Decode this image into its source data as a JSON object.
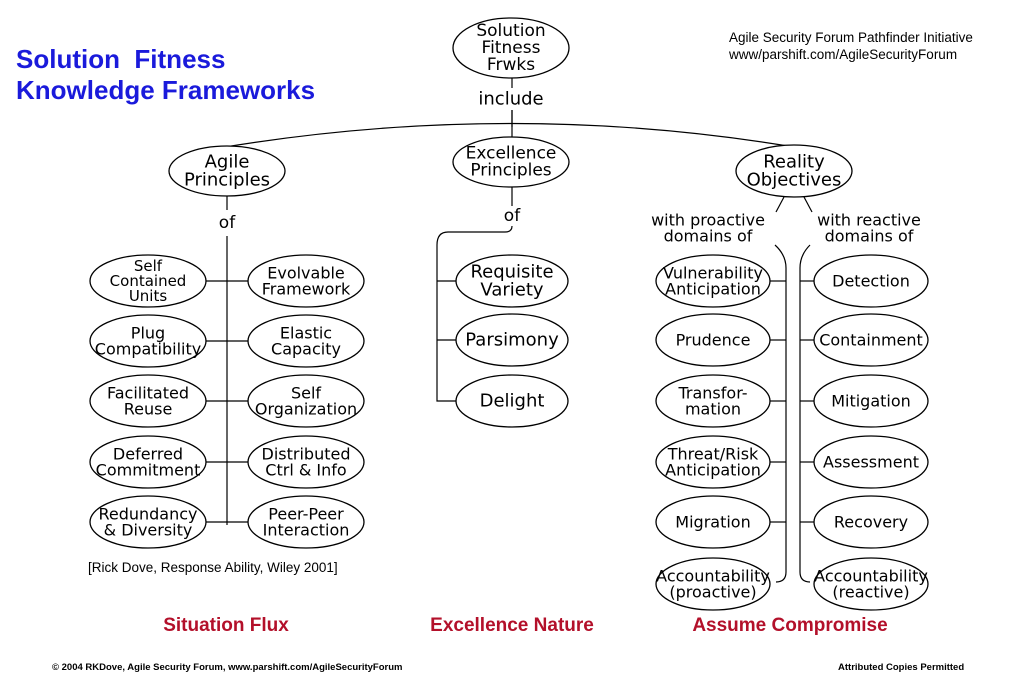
{
  "title": {
    "line1": "Solution  Fitness",
    "line2": "Knowledge Frameworks"
  },
  "initiative": {
    "line1": "Agile Security Forum Pathfinder Initiative",
    "line2": "www/parshift.com/AgileSecurityForum"
  },
  "root": {
    "lines": [
      "Solution",
      "Fitness",
      "Frwks"
    ]
  },
  "root_connector": "include",
  "branches": {
    "agile": {
      "lines": [
        "Agile",
        "Principles"
      ],
      "connector": "of",
      "left_items": [
        {
          "lines": [
            "Self",
            "Contained",
            "Units"
          ]
        },
        {
          "lines": [
            "Plug",
            "Compatibility"
          ]
        },
        {
          "lines": [
            "Facilitated",
            "Reuse"
          ]
        },
        {
          "lines": [
            "Deferred",
            "Commitment"
          ]
        },
        {
          "lines": [
            "Redundancy",
            "& Diversity"
          ]
        }
      ],
      "right_items": [
        {
          "lines": [
            "Evolvable",
            "Framework"
          ]
        },
        {
          "lines": [
            "Elastic",
            "Capacity"
          ]
        },
        {
          "lines": [
            "Self",
            "Organization"
          ]
        },
        {
          "lines": [
            "Distributed",
            "Ctrl & Info"
          ]
        },
        {
          "lines": [
            "Peer-Peer",
            "Interaction"
          ]
        }
      ]
    },
    "excellence": {
      "lines": [
        "Excellence",
        "Principles"
      ],
      "connector": "of",
      "items": [
        {
          "lines": [
            "Requisite",
            "Variety"
          ]
        },
        {
          "lines": [
            "Parsimony"
          ]
        },
        {
          "lines": [
            "Delight"
          ]
        }
      ]
    },
    "reality": {
      "lines": [
        "Reality",
        "Objectives"
      ],
      "proactive_label": [
        "with proactive",
        "domains of"
      ],
      "reactive_label": [
        "with reactive",
        "domains of"
      ],
      "proactive_items": [
        {
          "lines": [
            "Vulnerability",
            "Anticipation"
          ]
        },
        {
          "lines": [
            "Prudence"
          ]
        },
        {
          "lines": [
            "Transfor-",
            "mation"
          ]
        },
        {
          "lines": [
            "Threat/Risk",
            "Anticipation"
          ]
        },
        {
          "lines": [
            "Migration"
          ]
        },
        {
          "lines": [
            "Accountability",
            "(proactive)"
          ]
        }
      ],
      "reactive_items": [
        {
          "lines": [
            "Detection"
          ]
        },
        {
          "lines": [
            "Containment"
          ]
        },
        {
          "lines": [
            "Mitigation"
          ]
        },
        {
          "lines": [
            "Assessment"
          ]
        },
        {
          "lines": [
            "Recovery"
          ]
        },
        {
          "lines": [
            "Accountability",
            "(reactive)"
          ]
        }
      ]
    }
  },
  "citation": "[Rick Dove, Response Ability, Wiley 2001]",
  "categories": {
    "agile": "Situation Flux",
    "excellence": "Excellence Nature",
    "reality": "Assume Compromise"
  },
  "footer": {
    "left": "© 2004 RKDove, Agile Security Forum, www.parshift.com/AgileSecurityForum",
    "right": "Attributed Copies Permitted"
  }
}
